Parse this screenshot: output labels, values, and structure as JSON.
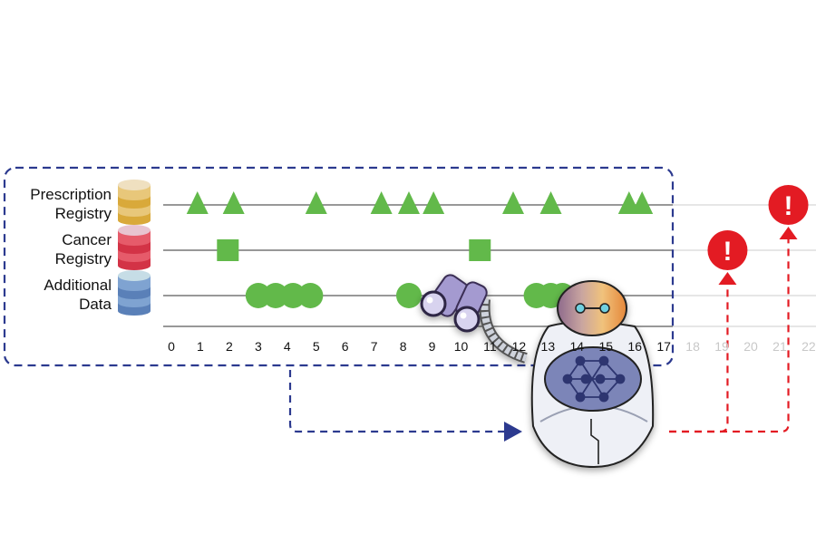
{
  "rows": [
    {
      "id": "prescription",
      "label_lines": [
        "Prescription",
        "Registry"
      ],
      "db_colors": [
        "#e8c77a",
        "#d9a93a",
        "#efe0c0"
      ],
      "marker": "triangle",
      "events": [
        0.9,
        2.15,
        5.0,
        7.25,
        8.2,
        9.05,
        11.8,
        13.1,
        15.8,
        16.25
      ]
    },
    {
      "id": "cancer",
      "label_lines": [
        "Cancer",
        "Registry"
      ],
      "db_colors": [
        "#e65b6a",
        "#d33346",
        "#e8c4d0"
      ],
      "marker": "square",
      "events": [
        1.95,
        10.65
      ]
    },
    {
      "id": "additional",
      "label_lines": [
        "Additional",
        "Data"
      ],
      "db_colors": [
        "#7fa3d1",
        "#5a80b8",
        "#c6dde6"
      ],
      "marker": "circle",
      "events": [
        3.0,
        3.6,
        4.2,
        4.8,
        8.2,
        12.6,
        13.1,
        13.5
      ]
    }
  ],
  "axis": {
    "ticks": [
      "0",
      "1",
      "2",
      "3",
      "4",
      "5",
      "6",
      "7",
      "8",
      "9",
      "10",
      "11",
      "12",
      "13",
      "14",
      "15",
      "16",
      "17",
      "18",
      "19",
      "20",
      "21",
      "22"
    ],
    "observed_max": 17
  },
  "alerts": [
    {
      "row": "cancer",
      "time": 19.2,
      "glyph": "!"
    },
    {
      "row": "prescription",
      "time": 21.3,
      "glyph": "!"
    }
  ],
  "colors": {
    "marker": "#62b94a",
    "box": "#2c3a8f",
    "alert": "#e31b23",
    "line": "#777777",
    "faded_line": "#dddddd",
    "faded_tick": "#c8c8c8"
  },
  "icons": [
    "database-icon",
    "robot-icon",
    "binoculars-icon",
    "alert-icon"
  ]
}
